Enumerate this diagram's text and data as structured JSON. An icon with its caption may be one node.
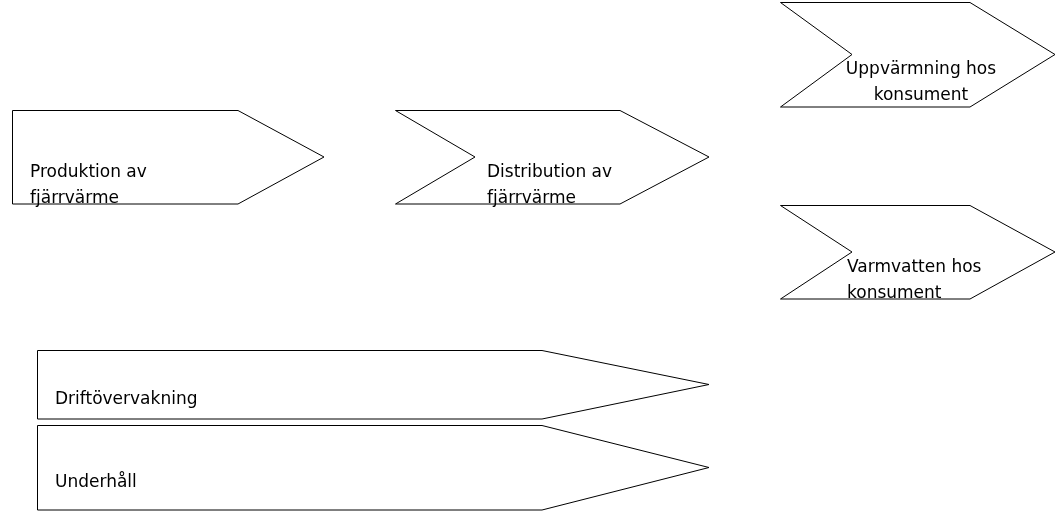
{
  "diagram": {
    "nodes": [
      {
        "text": [
          "Produktion av fjärrvärme"
        ]
      },
      {
        "text": [
          "Distribution av fjärrvärme"
        ]
      },
      {
        "text": [
          "Uppvärmning hos konsument"
        ]
      },
      {
        "text": [
          "Varmvatten hos konsument"
        ]
      },
      {
        "text": [
          "Driftövervakning"
        ]
      },
      {
        "text": [
          "Underhåll"
        ]
      }
    ],
    "edges": []
  }
}
